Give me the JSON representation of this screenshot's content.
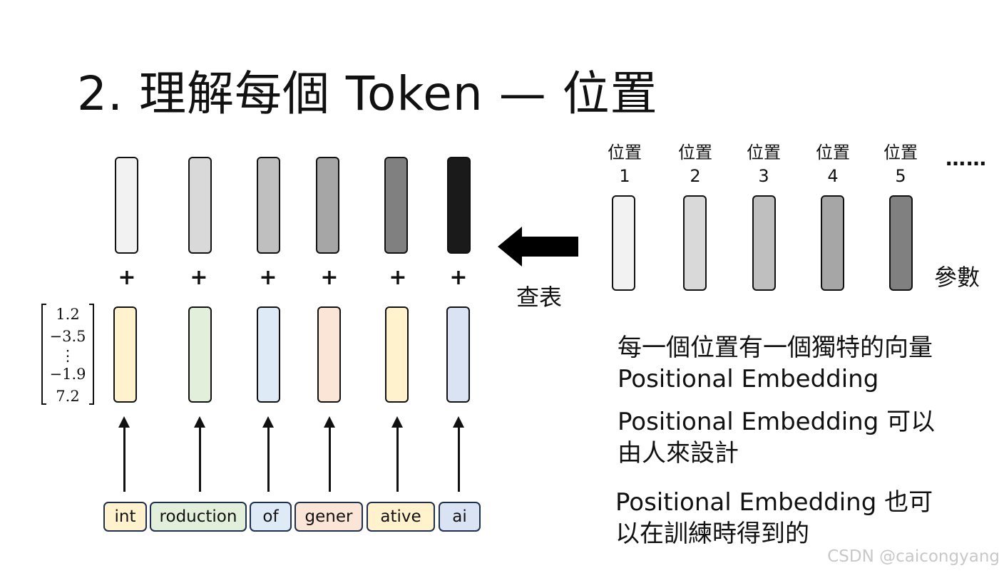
{
  "title": "2. 理解每個 Token — 位置",
  "position_vectors": [
    "#f2f2f2",
    "#d9d9d9",
    "#bfbfbf",
    "#a6a6a6",
    "#808080",
    "#1a1a1a"
  ],
  "plus_sign": "+",
  "token_vector_values": [
    "1.2",
    "−3.5",
    "⋮",
    "−1.9",
    "7.2"
  ],
  "tokens": [
    {
      "text": "int",
      "fill": "#fff2cc"
    },
    {
      "text": "roduction",
      "fill": "#e2efda"
    },
    {
      "text": "of",
      "fill": "#deebf7"
    },
    {
      "text": "gener",
      "fill": "#fbe5d6"
    },
    {
      "text": "ative",
      "fill": "#fff2cc"
    },
    {
      "text": "ai",
      "fill": "#dae3f3"
    }
  ],
  "lookup_label": "查表",
  "parameter_table": {
    "positions": [
      {
        "label": "位置",
        "index": "1",
        "fill": "#f2f2f2"
      },
      {
        "label": "位置",
        "index": "2",
        "fill": "#d9d9d9"
      },
      {
        "label": "位置",
        "index": "3",
        "fill": "#bfbfbf"
      },
      {
        "label": "位置",
        "index": "4",
        "fill": "#a6a6a6"
      },
      {
        "label": "位置",
        "index": "5",
        "fill": "#808080"
      }
    ],
    "ellipsis": "……",
    "label": "參數"
  },
  "notes": [
    "每一個位置有一個獨特的向量 Positional Embedding",
    "Positional Embedding 可以由人來設計",
    "Positional Embedding 也可以在訓練時得到的"
  ],
  "watermark": "CSDN @caicongyang"
}
